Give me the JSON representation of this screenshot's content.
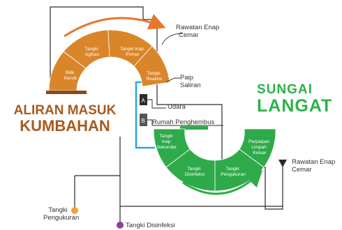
{
  "title_inflow": {
    "line1": "ALIRAN MASUK",
    "line2": "KUMBAHAN"
  },
  "title_river": {
    "line1": "SUNGAI",
    "line2": "LANGAT"
  },
  "orange_segments": {
    "bilik_kersik": [
      "Bilik",
      "Kersik"
    ],
    "tangki_agihan": [
      "Tangki",
      "Agihan"
    ],
    "tangki_inap_primer": [
      "Tangki Inap",
      "Primer"
    ],
    "tangki_reaktor": [
      "Tangki",
      "Reaktor"
    ]
  },
  "green_segments": {
    "tangki_inap_sekunder": [
      "Tangki",
      "Inap",
      "Sekunder"
    ],
    "tangki_disinfeksi": [
      "Tangki",
      "Disinfeksi"
    ],
    "tangki_pengukuran": [
      "Tangki",
      "Pengukuran"
    ],
    "perpaipan_limpah_keluar": [
      "Perpaipan",
      "Limpah",
      "Keluar"
    ]
  },
  "labels": {
    "rawatan_enap_cemar_top": [
      "Rawatan Enap",
      "Cemar"
    ],
    "paip_saliran": [
      "Paip",
      "Saliran"
    ],
    "udara": "Udara",
    "rumah_penghembus": "Rumah Penghembus",
    "rawatan_enap_cemar_right": [
      "Rawatan Enap",
      "Cemar"
    ],
    "tangki_pengukuran_legend": [
      "Tangki",
      "Pengukuran"
    ],
    "tangki_disinfeksi_legend": "Tangki Disinfeksi",
    "box_a": "A",
    "box_b": "B"
  },
  "colors": {
    "orange": "#d9862a",
    "orange_dark": "#b5651f",
    "orange_arrow": "#e8762c",
    "green": "#2eaa4a",
    "green_dark": "#1e8a3a",
    "brown_title": "#a85a1f",
    "green_title": "#2cb24a",
    "cyan_pipe": "#29a8df",
    "line": "#2a2a2a",
    "orange_dot": "#f2a13a",
    "purple_dot": "#8e3e97"
  }
}
